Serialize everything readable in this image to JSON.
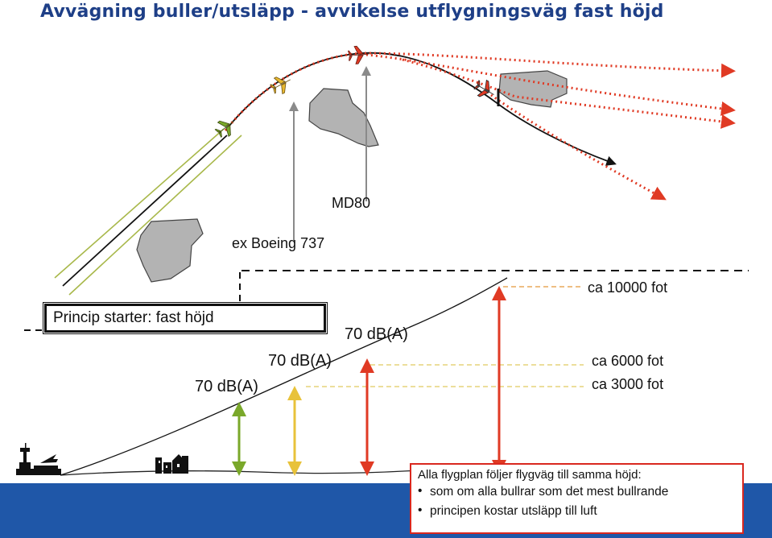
{
  "title": "Avvägning buller/utsläpp - avvikelse utflygningsväg fast höjd",
  "aircraft_labels": {
    "md80": "MD80",
    "boeing": "ex Boeing 737"
  },
  "principle_label": "Princip starter: fast höjd",
  "noise_levels": [
    "70 dB(A)",
    "70 dB(A)",
    "70 dB(A)"
  ],
  "altitudes": [
    "ca 10000 fot",
    "ca 6000 fot",
    "ca 3000 fot"
  ],
  "info": {
    "heading": "Alla flygplan följer flygväg till samma höjd:",
    "bullets": [
      "som om alla bullrar som det mest bullrande",
      "principen kostar utsläpp till luft"
    ]
  },
  "colors": {
    "title": "#1e3f87",
    "ground_band": "#1f57a8",
    "green": "#7aa82a",
    "yellow": "#e8c23a",
    "red": "#e03a24",
    "orange_dash": "#e8a85a",
    "yellow_dash": "#e6d47a",
    "area_fill": "#b3b3b3"
  },
  "icons": [
    "airplane-icon",
    "airport-tower-icon",
    "buildings-icon"
  ]
}
